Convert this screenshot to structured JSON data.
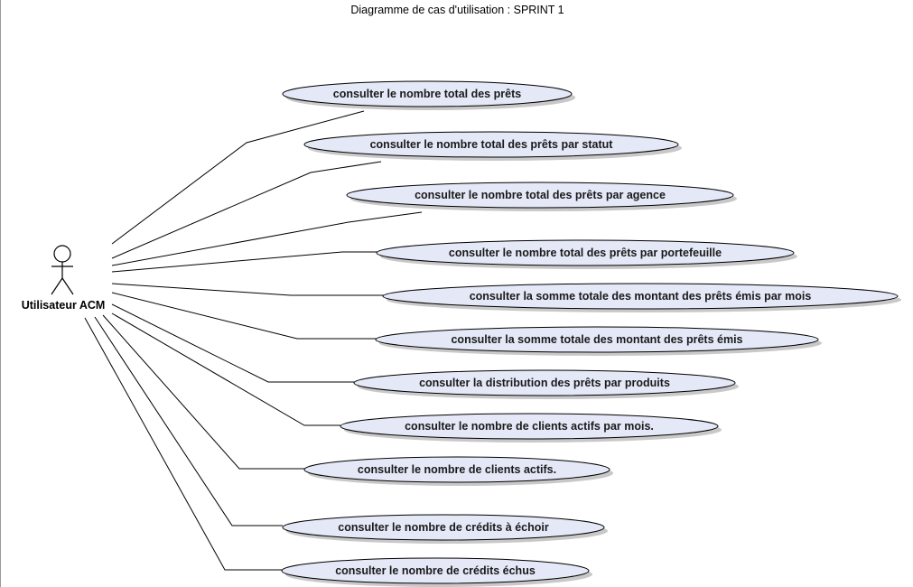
{
  "diagram": {
    "title": "Diagramme de cas d'utilisation : SPRINT 1",
    "actor": {
      "name": "Utilisateur ACM"
    },
    "use_cases": [
      {
        "label": "consulter le nombre total des prêts"
      },
      {
        "label": "consulter le nombre total des prêts  par statut"
      },
      {
        "label": "consulter le nombre total des prêts  par agence"
      },
      {
        "label": "consulter le nombre total des prêts  par portefeuille"
      },
      {
        "label": "consulter la somme totale des montant des prêts émis par mois"
      },
      {
        "label": "consulter la somme totale des montant des prêts émis"
      },
      {
        "label": "consulter la distribution des prêts par produits"
      },
      {
        "label": "consulter le nombre de clients actifs par mois."
      },
      {
        "label": "consulter le nombre de clients actifs."
      },
      {
        "label": "consulter le nombre de crédits à échoir"
      },
      {
        "label": "consulter le nombre de crédits échus"
      }
    ],
    "colors": {
      "usecase_fill": "#e4e8f7",
      "stroke": "#000000"
    }
  }
}
